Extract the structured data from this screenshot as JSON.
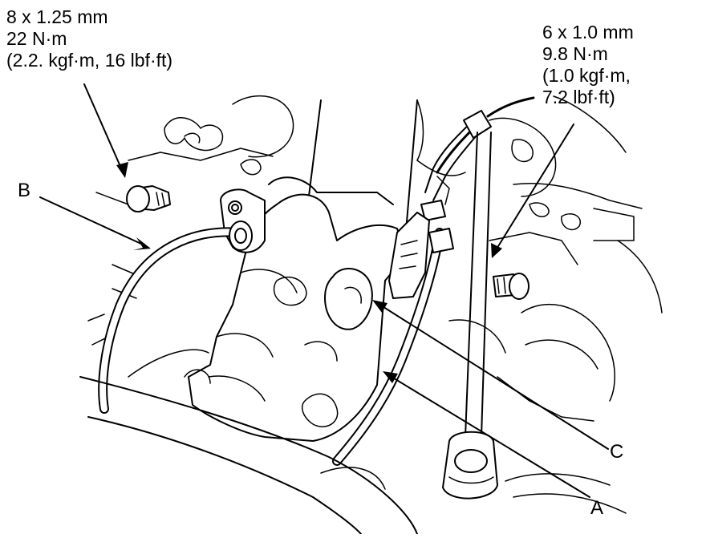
{
  "specs": {
    "left_bolt": {
      "line1": "8 x 1.25 mm",
      "line2": "22 N·m",
      "line3": "(2.2. kgf·m, 16 lbf·ft)"
    },
    "right_bolt": {
      "line1": "6 x 1.0 mm",
      "line2": "9.8 N·m",
      "line3": "(1.0 kgf·m,",
      "line4": "7.2 lbf·ft)"
    }
  },
  "callouts": {
    "a": "A",
    "b": "B",
    "c": "C"
  }
}
